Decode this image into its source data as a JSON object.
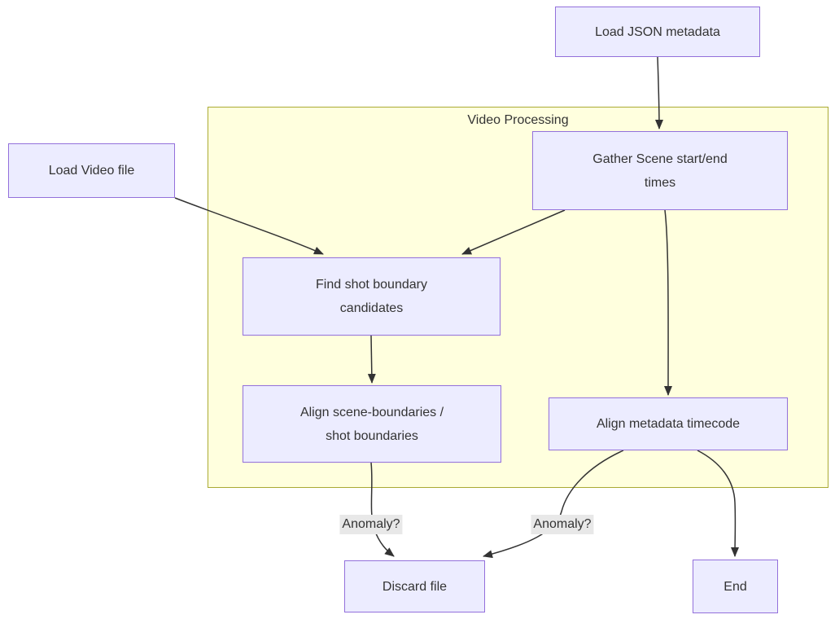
{
  "diagram": {
    "type": "flowchart",
    "direction": "top-down",
    "subgraph": {
      "label": "Video Processing"
    },
    "nodes": [
      {
        "id": "load_json",
        "label": "Load JSON metadata",
        "in_subgraph": false
      },
      {
        "id": "load_video",
        "label": "Load Video file",
        "in_subgraph": false
      },
      {
        "id": "gather_scene",
        "label": "Gather Scene start/end\ntimes",
        "in_subgraph": true
      },
      {
        "id": "find_shot",
        "label": "Find shot boundary\ncandidates",
        "in_subgraph": true
      },
      {
        "id": "align_scene",
        "label": "Align scene-boundaries /\nshot boundaries",
        "in_subgraph": true
      },
      {
        "id": "align_meta",
        "label": "Align metadata timecode",
        "in_subgraph": true
      },
      {
        "id": "discard",
        "label": "Discard file",
        "in_subgraph": false
      },
      {
        "id": "end",
        "label": "End",
        "in_subgraph": false
      }
    ],
    "edges": [
      {
        "from": "load_json",
        "to": "gather_scene",
        "label": ""
      },
      {
        "from": "load_video",
        "to": "find_shot",
        "label": ""
      },
      {
        "from": "gather_scene",
        "to": "find_shot",
        "label": ""
      },
      {
        "from": "gather_scene",
        "to": "align_meta",
        "label": ""
      },
      {
        "from": "find_shot",
        "to": "align_scene",
        "label": ""
      },
      {
        "from": "align_scene",
        "to": "discard",
        "label": "Anomaly?"
      },
      {
        "from": "align_meta",
        "to": "discard",
        "label": "Anomaly?"
      },
      {
        "from": "align_meta",
        "to": "end",
        "label": ""
      }
    ]
  },
  "colors": {
    "node_fill": "#ECECFF",
    "node_border": "#9370DB",
    "cluster_fill": "#FFFFDE",
    "cluster_border": "#AAAA33",
    "edge_stroke": "#333333",
    "text_color": "#333333",
    "label_bg": "#E8E8E8"
  }
}
